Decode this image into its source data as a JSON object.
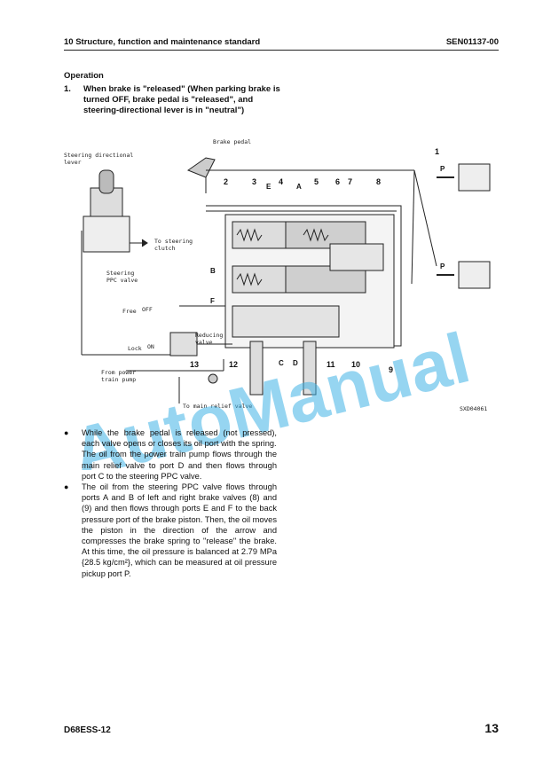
{
  "header": {
    "title": "10 Structure, function and maintenance standard",
    "doc_code": "SEN01137-00"
  },
  "section_title": "Operation",
  "step": {
    "number": "1.",
    "text": "When brake is \"released\" (When parking brake is turned OFF, brake pedal is \"released\", and steering-directional lever is in \"neutral\")"
  },
  "diagram": {
    "labels": {
      "brake_pedal": "Brake pedal",
      "steering_lever_1": "Steering directional",
      "steering_lever_2": "lever",
      "to_steering_clutch_1": "To steering",
      "to_steering_clutch_2": "clutch",
      "steering_ppc_1": "Steering",
      "steering_ppc_2": "PPC valve",
      "free": "Free",
      "off": "OFF",
      "lock": "Lock",
      "on": "ON",
      "reducing_1": "Reducing",
      "reducing_2": "valve",
      "from_power_1": "From power",
      "from_power_2": "train pump",
      "to_main_relief": "To main relief valve",
      "figure_code": "SXD04061"
    },
    "ports": {
      "A": "A",
      "B": "B",
      "C": "C",
      "D": "D",
      "E": "E",
      "F": "F",
      "P_top": "P",
      "P_bottom": "P"
    },
    "numbers": [
      "1",
      "2",
      "3",
      "4",
      "5",
      "6",
      "7",
      "8",
      "9",
      "10",
      "11",
      "12",
      "13"
    ]
  },
  "watermark": "AutoManual",
  "bullets": [
    {
      "mark": "●",
      "paragraphs": [
        "While the brake pedal is released (not pressed), each valve opens or closes its oil port with the spring.",
        "The oil from the power train pump flows through the main relief valve to port D and then flows through port C to the steering PPC valve."
      ]
    },
    {
      "mark": "●",
      "paragraphs": [
        "The oil from the steering PPC valve flows through ports A and B of left and right brake valves (8) and (9) and then flows through ports E and F to the back pressure port of the brake piston. Then, the oil moves the piston in the direction of the arrow and compresses the brake spring to \"release\" the brake. At this time, the oil pressure is balanced at 2.79 MPa {28.5 kg/cm²}, which can be measured at oil pressure pickup port P."
      ]
    }
  ],
  "footer": {
    "model": "D68ESS-12",
    "page": "13"
  }
}
